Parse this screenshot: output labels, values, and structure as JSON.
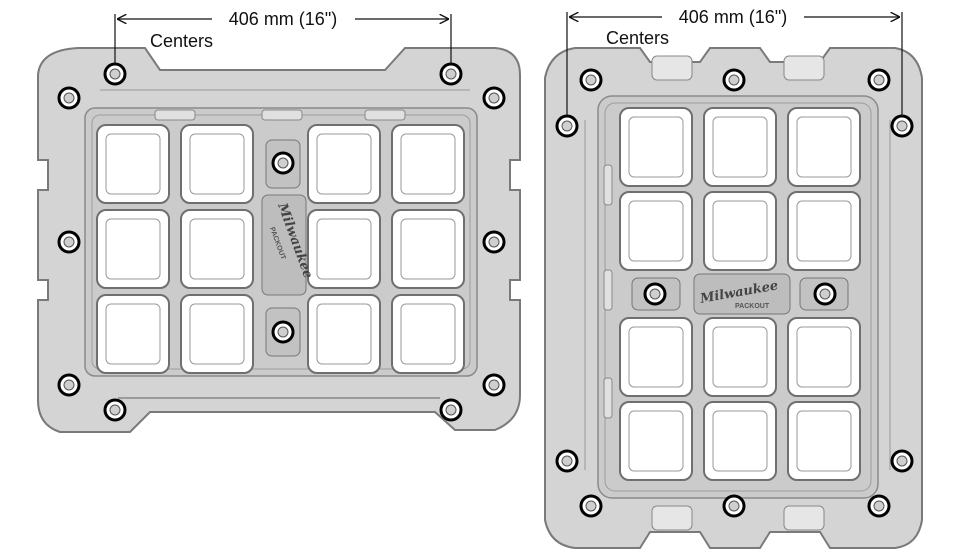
{
  "figure": {
    "left_panel": {
      "dimension_label": "406 mm (16\")",
      "centers_label": "Centers",
      "logo_text": "Milwaukee",
      "logo_subtext": "PACKOUT"
    },
    "right_panel": {
      "dimension_label": "406 mm (16\")",
      "centers_label": "Centers",
      "logo_text": "Milwaukee",
      "logo_subtext": "PACKOUT"
    }
  }
}
